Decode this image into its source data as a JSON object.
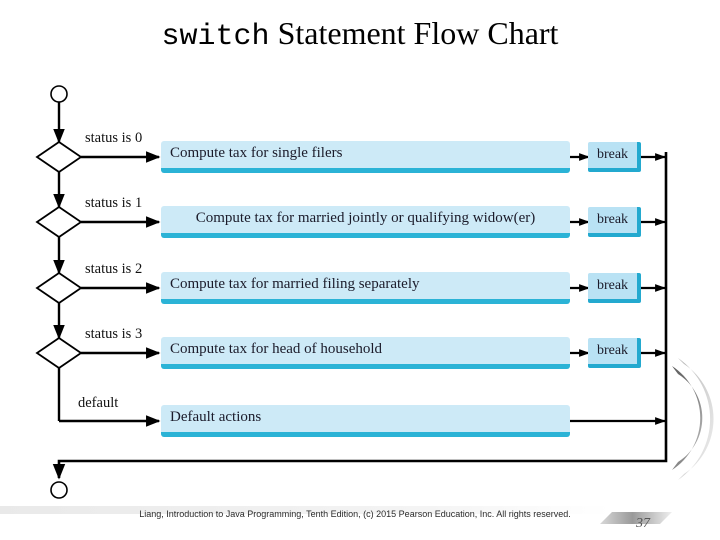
{
  "slide": {
    "title": {
      "mono_part": "switch",
      "serif_part": " Statement Flow Chart"
    },
    "footer": {
      "credit": "Liang, Introduction to Java Programming, Tenth Edition, (c) 2015 Pearson Education, Inc. All rights reserved.",
      "page_number": "37"
    },
    "colors": {
      "box_fill": "#cdeaf7",
      "box_accent": "#2bb3d6",
      "break_fill": "#b9e2f4",
      "break_accent": "#23a9cf",
      "line": "#000000",
      "text": "#111111"
    }
  },
  "chart_data": {
    "type": "flowchart",
    "title": "switch Statement Flow Chart",
    "start_node": "start-circle",
    "end_node": "end-circle",
    "branches": [
      {
        "condition": "status is 0",
        "action": "Compute tax for single filers",
        "terminator": "break"
      },
      {
        "condition": "status is 1",
        "action": "Compute tax for married jointly or qualifying widow(er)",
        "terminator": "break"
      },
      {
        "condition": "status is 2",
        "action": "Compute tax for married filing separately",
        "terminator": "break"
      },
      {
        "condition": "status is 3",
        "action": "Compute tax for head of household",
        "terminator": "break"
      },
      {
        "condition": "default",
        "action": "Default actions",
        "terminator": ""
      }
    ]
  }
}
